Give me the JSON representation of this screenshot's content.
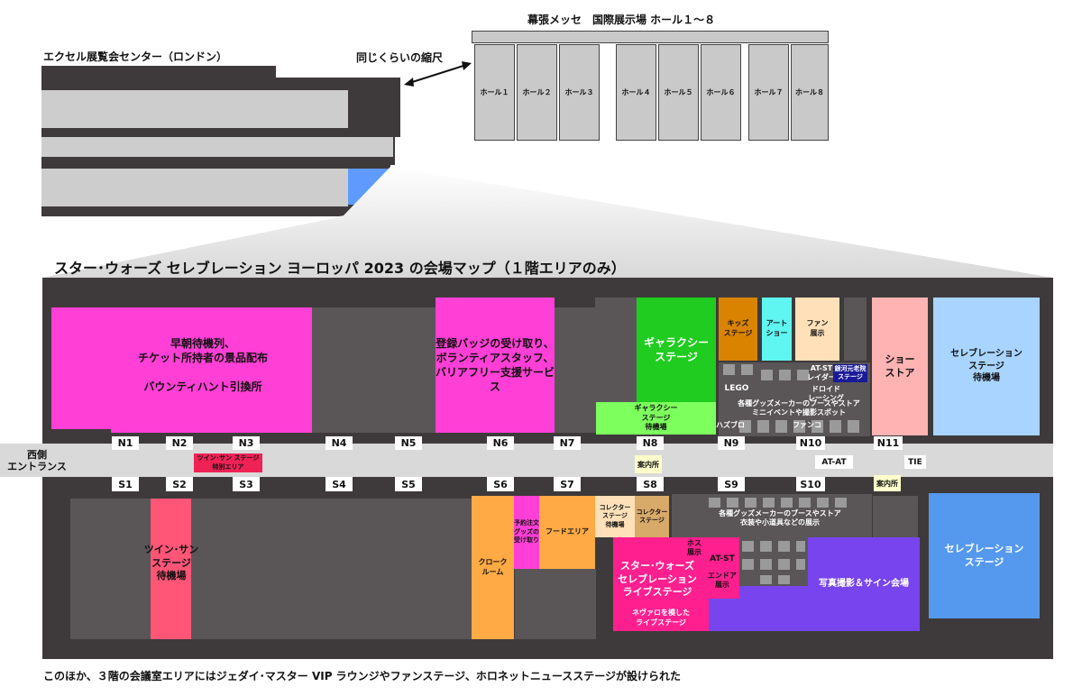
{
  "excel": {
    "title": "エクセル展覧会センター（ロンドン）"
  },
  "makuhari": {
    "title": "幕張メッセ　国際展示場 ホール１～８",
    "halls": [
      "ホール１",
      "ホール２",
      "ホール３",
      "ホール４",
      "ホール５",
      "ホール６",
      "ホール７",
      "ホール８"
    ]
  },
  "scale_note": "同じくらいの縮尺",
  "map_title": "スター･ウォーズ セレブレーション ヨーロッパ 2023 の会場マップ（１階エリアのみ）",
  "entrance": "西側\nエントランス",
  "north_doors": [
    "N1",
    "N2",
    "N3",
    "N4",
    "N5",
    "N6",
    "N7",
    "N8",
    "N9",
    "N10",
    "N11"
  ],
  "south_doors": [
    "S1",
    "S2",
    "S3",
    "S4",
    "S5",
    "S6",
    "S7",
    "S8",
    "S9",
    "S10"
  ],
  "zones": {
    "queue": "早朝待機列、\nチケット所持者の景品配布\n\nバウンティハント引換所",
    "badge": "登録バッジの受け取り、\nボランティアスタッフ、\nバリアフリー支援サービス",
    "galaxy_stage": "ギャラクシー\nステージ",
    "galaxy_wait": "ギャラクシー\nステージ\n待機場",
    "kids": "キッズ\nステージ",
    "art": "アート\nショー",
    "fan_exhibit": "ファン\n展示",
    "at_st_layer": "AT-ST\nレイダー",
    "galactic_stage": "銀河元老院\nステージ",
    "droid": "ドロイド\nレーシング",
    "lego": "LEGO",
    "makers_north": "各種グッズメーカーのブースやストア\nミニイベントや撮影スポット",
    "hasbro": "ハズブロ",
    "funko": "ファンコ",
    "show_store": "ショー\nストア",
    "celeb_wait": "セレブレーション\nステージ\n待機場",
    "twin_special": "ツイン･サン ステージ\n特別エリア",
    "info": "案内所",
    "at_at": "AT-AT",
    "tie": "TIE",
    "twin_wait": "ツイン･サン\nステージ\n待機場",
    "cloak": "クローク\nルーム",
    "preorder": "予約注文\nグッズの\n受け取り",
    "food": "フードエリア",
    "collector_wait": "コレクター\nステージ\n待機場",
    "collector": "コレクター\nステージ",
    "makers_south": "各種グッズメーカーのブースやストア\n衣装や小道具などの展示",
    "hoth": "ホス\n展示",
    "at_st": "AT-ST",
    "endor": "エンドア\n展示",
    "live_stage": "スター･ウォーズ\nセレブレーション\nライブステージ",
    "nevarro": "ネヴァロを模した\nライブステージ",
    "photo": "写真撮影＆サイン会場",
    "celeb_stage": "セレブレーション\nステージ"
  },
  "footer": "このほか、３階の会議室エリアにはジェダイ･マスター VIP ラウンジやファンステージ、ホロネットニュースステージが設けられた",
  "colors": {
    "floor": "#5a5657",
    "dark": "#3e3a3b",
    "magenta": "#ff3fd5",
    "green": "#1fcc1f",
    "lightgreen": "#7dff5e",
    "orange": "#d98300",
    "cyan": "#5ff5f0",
    "peach": "#ffe0b8",
    "pink": "#ffb3b3",
    "sky": "#a8d4ff",
    "red": "#ff5577",
    "amber": "#ffaa44",
    "hotpink": "#ff1f8e",
    "violet": "#7744ee",
    "blue": "#5599ee",
    "navy": "#1a1a99",
    "tan": "#d7aa6a"
  }
}
